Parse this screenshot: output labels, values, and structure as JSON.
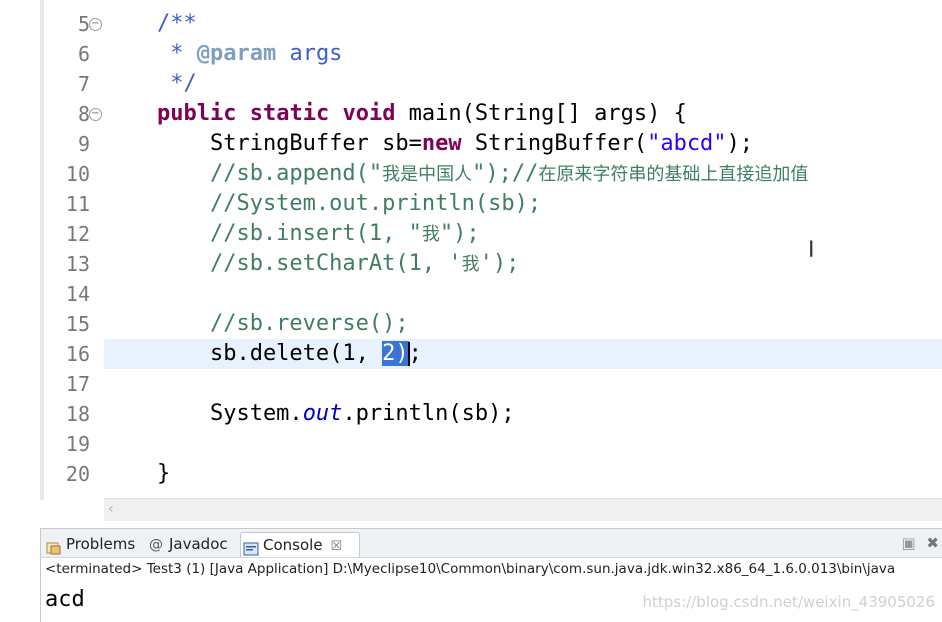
{
  "editor": {
    "lines": [
      {
        "num": "5",
        "fold": "⊖",
        "tokens": [
          {
            "c": "jdoc",
            "t": "    /**"
          }
        ]
      },
      {
        "num": "6",
        "fold": "",
        "tokens": [
          {
            "c": "jdoc",
            "t": "     * "
          },
          {
            "c": "tag",
            "t": "@param"
          },
          {
            "c": "jdoc",
            "t": " args"
          }
        ]
      },
      {
        "num": "7",
        "fold": "",
        "tokens": [
          {
            "c": "jdoc",
            "t": "     */"
          }
        ]
      },
      {
        "num": "8",
        "fold": "⊖",
        "tokens": [
          {
            "c": "",
            "t": "    "
          },
          {
            "c": "kw",
            "t": "public"
          },
          {
            "c": "",
            "t": " "
          },
          {
            "c": "kw",
            "t": "static"
          },
          {
            "c": "",
            "t": " "
          },
          {
            "c": "kw",
            "t": "void"
          },
          {
            "c": "",
            "t": " main(String[] args) {"
          }
        ]
      },
      {
        "num": "9",
        "fold": "",
        "tokens": [
          {
            "c": "",
            "t": "        StringBuffer sb="
          },
          {
            "c": "kw",
            "t": "new"
          },
          {
            "c": "",
            "t": " StringBuffer("
          },
          {
            "c": "str",
            "t": "\"abcd\""
          },
          {
            "c": "",
            "t": ");"
          }
        ]
      },
      {
        "num": "10",
        "fold": "",
        "tokens": [
          {
            "c": "cm",
            "t": "        //sb.append(\""
          },
          {
            "c": "cm cjk",
            "t": "我是中国人"
          },
          {
            "c": "cm",
            "t": "\");//"
          },
          {
            "c": "cm cjk",
            "t": "在原来字符串的基础上直接追加值"
          }
        ]
      },
      {
        "num": "11",
        "fold": "",
        "tokens": [
          {
            "c": "cm",
            "t": "        //System.out.println(sb);"
          }
        ]
      },
      {
        "num": "12",
        "fold": "",
        "tokens": [
          {
            "c": "cm",
            "t": "        //sb.insert(1, \""
          },
          {
            "c": "cm cjk",
            "t": "我"
          },
          {
            "c": "cm",
            "t": "\");"
          }
        ]
      },
      {
        "num": "13",
        "fold": "",
        "tokens": [
          {
            "c": "cm",
            "t": "        //sb.setCharAt(1, '"
          },
          {
            "c": "cm cjk",
            "t": "我"
          },
          {
            "c": "cm",
            "t": "');"
          }
        ]
      },
      {
        "num": "14",
        "fold": "",
        "tokens": []
      },
      {
        "num": "15",
        "fold": "",
        "tokens": [
          {
            "c": "cm",
            "t": "        //sb.reverse();"
          }
        ]
      },
      {
        "num": "16",
        "fold": "",
        "current": true,
        "tokens": [
          {
            "c": "",
            "t": "        sb.delete(1, "
          },
          {
            "c": "sel",
            "t": "2)"
          },
          {
            "c": "caret",
            "t": ""
          },
          {
            "c": "",
            "t": ";"
          }
        ]
      },
      {
        "num": "17",
        "fold": "",
        "tokens": []
      },
      {
        "num": "18",
        "fold": "",
        "tokens": [
          {
            "c": "",
            "t": "        System."
          },
          {
            "c": "stat",
            "t": "out"
          },
          {
            "c": "",
            "t": ".println(sb);"
          }
        ]
      },
      {
        "num": "19",
        "fold": "",
        "tokens": []
      },
      {
        "num": "20",
        "fold": "",
        "tokens": [
          {
            "c": "",
            "t": "    }"
          }
        ]
      }
    ]
  },
  "panel": {
    "tabs": [
      {
        "label": "Problems",
        "icon": "problems-icon"
      },
      {
        "label": "Javadoc",
        "icon": "javadoc-icon"
      },
      {
        "label": "Console",
        "icon": "console-icon",
        "active": true,
        "close": "☒"
      }
    ],
    "status": "<terminated> Test3 (1) [Java Application] D:\\Myeclipse10\\Common\\binary\\com.sun.java.jdk.win32.x86_64_1.6.0.013\\bin\\java",
    "output": "acd",
    "watermark": "https://blog.csdn.net/weixin_43905026"
  },
  "colors": {
    "keyword": "#7f0055",
    "comment": "#3f7f5f",
    "string": "#2a00ff",
    "javadoc": "#3f5fbf",
    "static_field": "#0000c0",
    "selection": "#3875d7",
    "current_line": "#e8f2fe"
  }
}
